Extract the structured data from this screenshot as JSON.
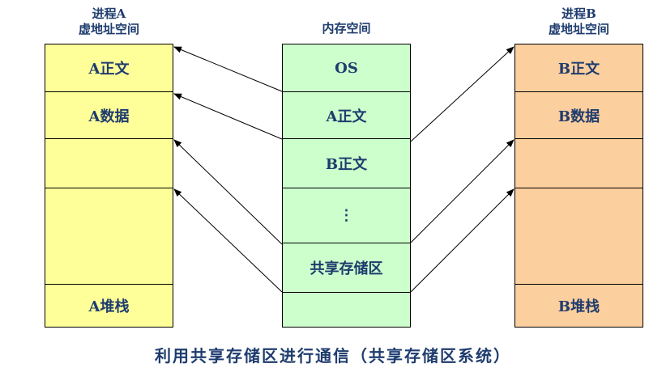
{
  "process_a": {
    "title": "进程A\n虚地址空间",
    "cells": [
      "A正文",
      "A数据",
      "",
      "",
      "A堆栈"
    ]
  },
  "memory": {
    "title": "内存空间",
    "cells": [
      "OS",
      "A正文",
      "B正文",
      "⋮",
      "共享存储区",
      ""
    ]
  },
  "process_b": {
    "title": "进程B\n虚地址空间",
    "cells": [
      "B正文",
      "B数据",
      "",
      "",
      "B堆栈"
    ]
  },
  "caption": "利用共享存储区进行通信（共享存储区系统）",
  "colors": {
    "process_a_fill": "#ffff99",
    "memory_fill": "#ccffcc",
    "process_b_fill": "#fccf9e",
    "text": "#1f3c6e"
  }
}
